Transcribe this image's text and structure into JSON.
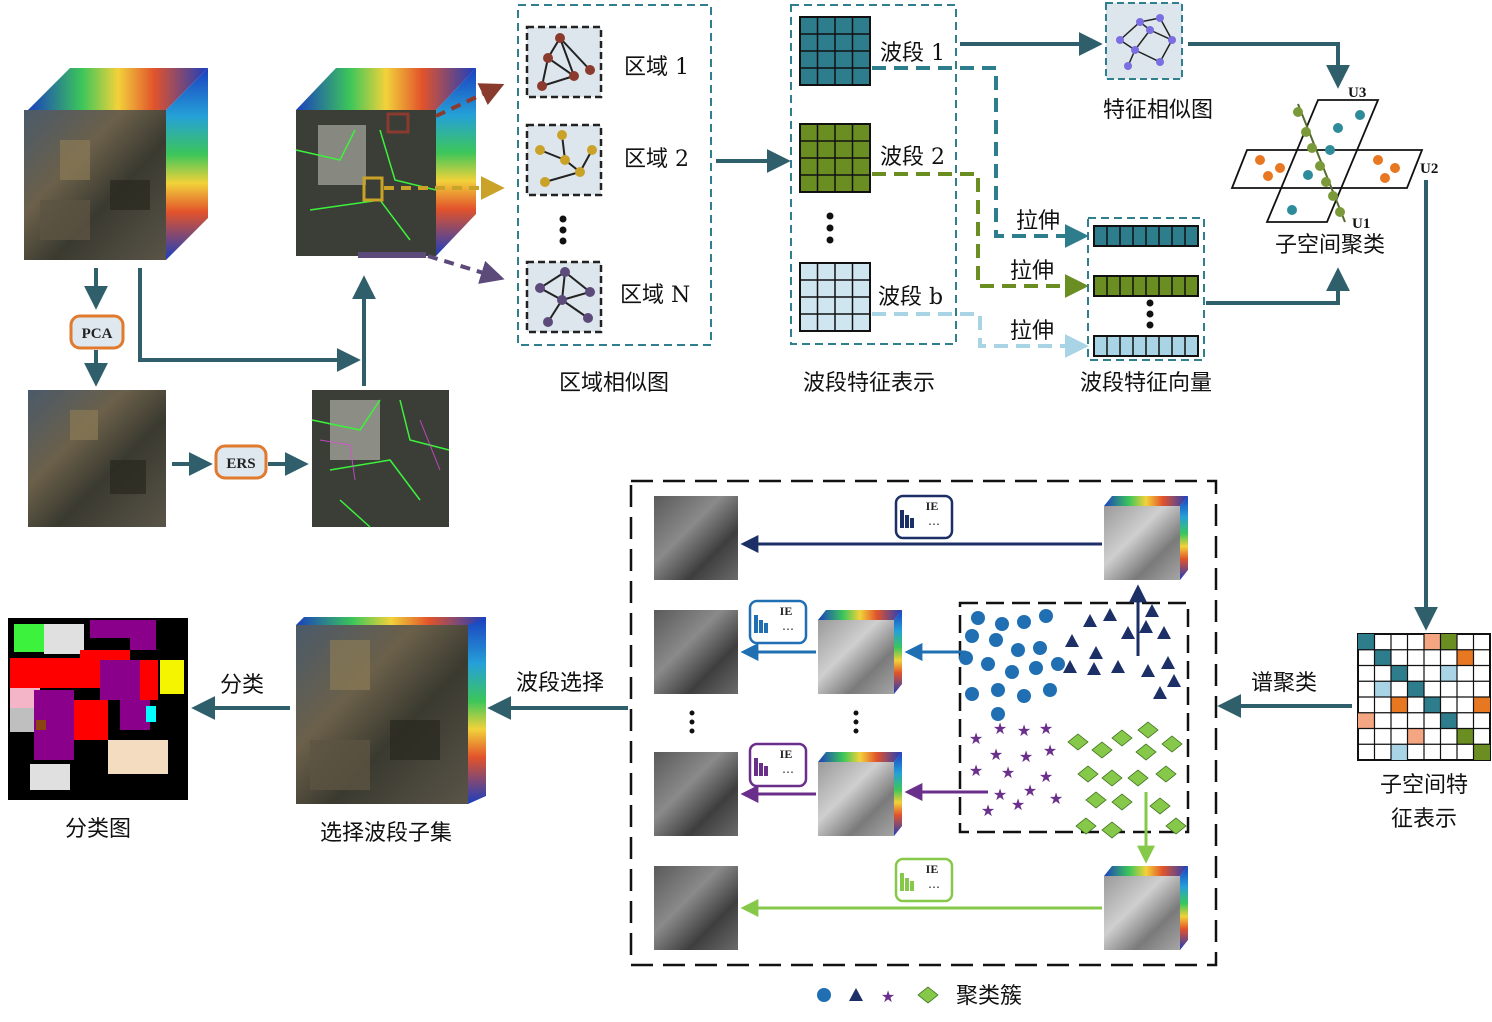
{
  "labels": {
    "pca": "PCA",
    "ers": "ERS",
    "region_1": "区域 1",
    "region_2": "区域 2",
    "region_n": "区域 N",
    "region_graph": "区域相似图",
    "band_1": "波段 1",
    "band_2": "波段 2",
    "band_b": "波段 b",
    "band_feature_repr": "波段特征表示",
    "feature_similarity_graph": "特征相似图",
    "stretch_1": "拉伸",
    "stretch_2": "拉伸",
    "stretch_3": "拉伸",
    "band_feature_vector": "波段特征向量",
    "u1": "U1",
    "u2": "U2",
    "u3": "U3",
    "subspace_clustering": "子空间聚类",
    "subspace_feature_repr_line1": "子空间特",
    "subspace_feature_repr_line2": "征表示",
    "spectral_clustering": "谱聚类",
    "band_selection": "波段选择",
    "selected_band_subset": "选择波段子集",
    "classify": "分类",
    "classification_map": "分类图",
    "ie_tag": "IE",
    "cluster_legend": "聚类簇"
  },
  "colors": {
    "arrow_main": "#2f5f6a",
    "region1": "#8b3a2e",
    "region2": "#c9a227",
    "regionN": "#5b4a7a",
    "band1": "#2e7d8c",
    "band2": "#6b8e23",
    "bandb": "#a8d4e6",
    "cluster_circle": "#1f6fb2",
    "cluster_triangle": "#1c2f66",
    "cluster_star": "#6a2f8a",
    "cluster_diamond": "#86c84a"
  },
  "icons": [
    "arrow-icon",
    "graph-icon",
    "grid-icon",
    "ellipsis-icon",
    "bar-chart-icon"
  ]
}
